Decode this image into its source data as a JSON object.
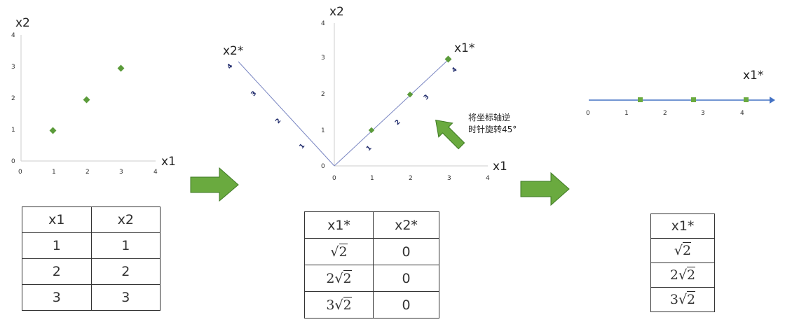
{
  "chart_data": [
    {
      "type": "scatter",
      "title": "",
      "xlabel": "x1",
      "ylabel": "x2",
      "x_ticks": [
        "0",
        "1",
        "2",
        "3",
        "4"
      ],
      "y_ticks": [
        "0",
        "1",
        "2",
        "3",
        "4"
      ],
      "xlim": [
        0,
        4
      ],
      "ylim": [
        0,
        4
      ],
      "grid": false,
      "points": [
        [
          1,
          1
        ],
        [
          2,
          2
        ],
        [
          3,
          3
        ]
      ],
      "marker_color": "#5b9b3a"
    },
    {
      "type": "scatter",
      "title": "",
      "xlabel": "x1",
      "ylabel": "x2",
      "x_ticks": [
        "0",
        "1",
        "2",
        "3",
        "4"
      ],
      "y_ticks": [
        "0",
        "1",
        "2",
        "3",
        "4"
      ],
      "xlim": [
        0,
        4
      ],
      "ylim": [
        0,
        4
      ],
      "rotated_axes": [
        {
          "label": "x1*",
          "angle_deg": 45,
          "ticks": [
            "1",
            "2",
            "3",
            "4"
          ]
        },
        {
          "label": "x2*",
          "angle_deg": 135,
          "ticks": [
            "1",
            "2",
            "3",
            "4"
          ]
        }
      ],
      "points": [
        [
          1,
          1
        ],
        [
          2,
          2
        ],
        [
          3,
          3
        ]
      ],
      "annotation": "将坐标轴逆时针旋转45°",
      "marker_color": "#5b9b3a"
    },
    {
      "type": "scatter",
      "title": "",
      "xlabel": "x1*",
      "x_ticks": [
        "0",
        "1",
        "2",
        "3",
        "4"
      ],
      "xlim": [
        0,
        4.5
      ],
      "points_x": [
        1.414,
        2.828,
        4.243
      ],
      "marker_color": "#5b9b3a",
      "axis_color": "#4472c4"
    }
  ],
  "panel1": {
    "axis_x": "x1",
    "axis_y": "x2",
    "x_ticks": [
      "0",
      "1",
      "2",
      "3",
      "4"
    ],
    "y_ticks": [
      "0",
      "1",
      "2",
      "3",
      "4"
    ],
    "table": {
      "headers": [
        "x1",
        "x2"
      ],
      "rows": [
        [
          "1",
          "1"
        ],
        [
          "2",
          "2"
        ],
        [
          "3",
          "3"
        ]
      ]
    }
  },
  "panel2": {
    "axis_x": "x1",
    "axis_y": "x2",
    "axis_x_star": "x1*",
    "axis_y_star": "x2*",
    "x_ticks": [
      "0",
      "1",
      "2",
      "3",
      "4"
    ],
    "y_ticks": [
      "0",
      "1",
      "2",
      "3",
      "4"
    ],
    "rot_ticks": [
      "1",
      "2",
      "3",
      "4"
    ],
    "note_line1": "将坐标轴逆",
    "note_line2": "时针旋转45°",
    "table": {
      "headers": [
        "x1*",
        "x2*"
      ],
      "rows": [
        {
          "coef": "",
          "rad": "2",
          "x2": "0"
        },
        {
          "coef": "2",
          "rad": "2",
          "x2": "0"
        },
        {
          "coef": "3",
          "rad": "2",
          "x2": "0"
        }
      ]
    }
  },
  "panel3": {
    "axis_label": "x1*",
    "x_ticks": [
      "0",
      "1",
      "2",
      "3",
      "4"
    ],
    "table": {
      "header": "x1*",
      "rows": [
        {
          "coef": "",
          "rad": "2"
        },
        {
          "coef": "2",
          "rad": "2"
        },
        {
          "coef": "3",
          "rad": "2"
        }
      ]
    }
  },
  "colors": {
    "marker": "#5b9b3a",
    "arrow_fill": "#6aaa3f",
    "arrow_stroke": "#3f7a24",
    "rotated_axis": "#7a86c2",
    "numberline": "#4472c4",
    "axis_gray": "#d0d0d0"
  }
}
